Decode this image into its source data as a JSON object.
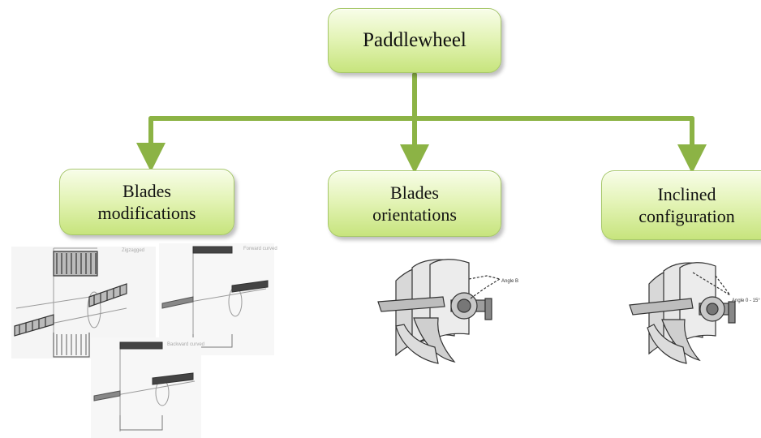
{
  "root": {
    "label": "Paddlewheel"
  },
  "children": [
    {
      "label": "Blades\nmodifications"
    },
    {
      "label": "Blades\norientations"
    },
    {
      "label": "Inclined\nconfiguration"
    }
  ],
  "blade_mod_captions": [
    "Zigzagged",
    "Forward curved",
    "Backward curved"
  ],
  "annotations": {
    "angle_orientation": "Angle B",
    "angle_inclined": "Angle 0 - 15°"
  },
  "colors": {
    "connector": "#8cb345",
    "node_fill_top": "#f8fde9",
    "node_fill_bottom": "#c7e47d",
    "node_border": "#a7c86a"
  }
}
